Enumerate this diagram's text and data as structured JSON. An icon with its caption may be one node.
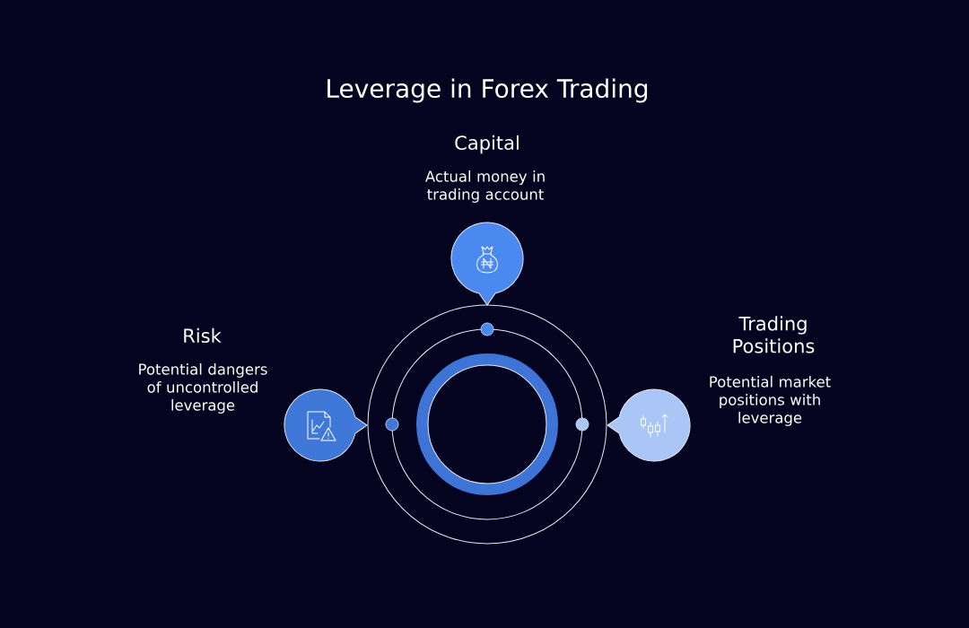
{
  "diagram": {
    "title": "Leverage in Forex Trading",
    "nodes": [
      {
        "text": [
          "Capital",
          "Actual money in trading account"
        ]
      },
      {
        "text": [
          "Risk",
          "Potential dangers of uncontrolled leverage"
        ]
      },
      {
        "text": [
          "Trading Positions",
          "Potential market positions with leverage"
        ]
      }
    ]
  }
}
